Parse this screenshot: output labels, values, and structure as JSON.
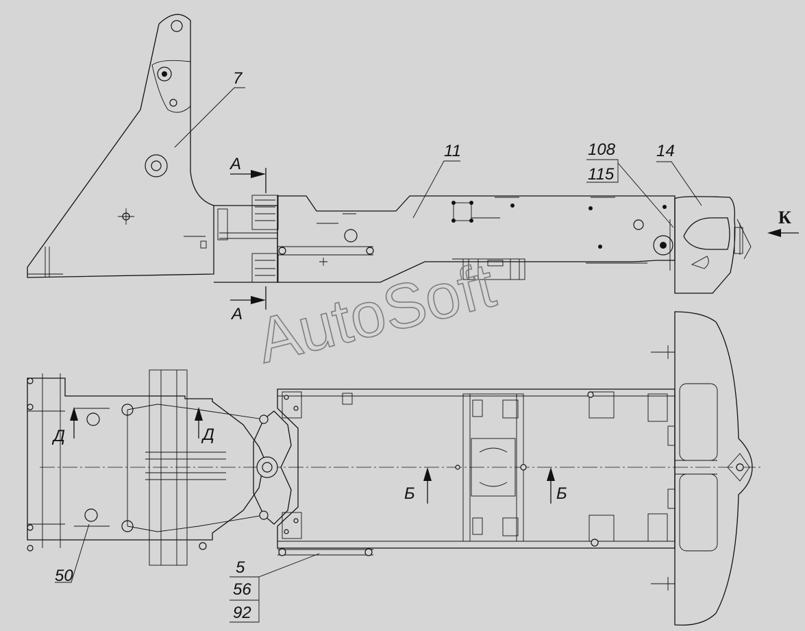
{
  "callouts": {
    "part_7": "7",
    "part_11": "11",
    "part_108": "108",
    "part_115": "115",
    "part_14": "14",
    "part_50": "50",
    "part_5": "5",
    "part_56": "56",
    "part_92": "92"
  },
  "section_marks": {
    "a_top": "А",
    "a_bottom": "А",
    "d_left": "Д",
    "d_right": "Д",
    "b_left": "Б",
    "b_right": "Б",
    "k": "К"
  },
  "watermark": "AutoSoft"
}
